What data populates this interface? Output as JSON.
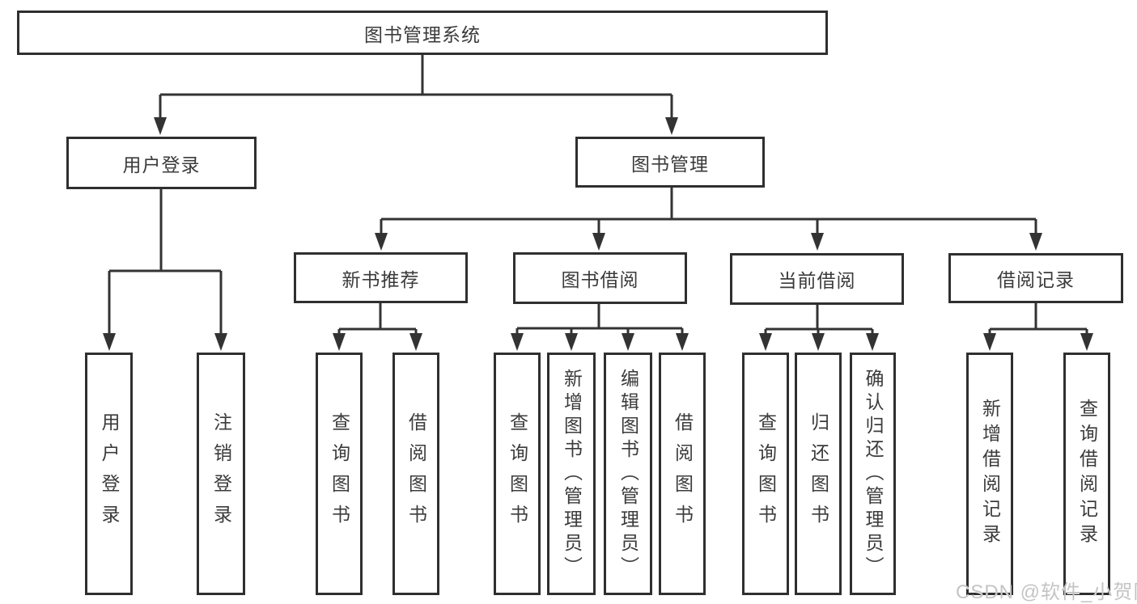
{
  "tree": {
    "label": "图书管理系统",
    "children": [
      {
        "label": "用户登录",
        "children": [
          {
            "label": "用户登录"
          },
          {
            "label": "注销登录"
          }
        ]
      },
      {
        "label": "图书管理",
        "children": [
          {
            "label": "新书推荐",
            "children": [
              {
                "label": "查询图书"
              },
              {
                "label": "借阅图书"
              }
            ]
          },
          {
            "label": "图书借阅",
            "children": [
              {
                "label": "查询图书"
              },
              {
                "label": "新增图书（管理员）"
              },
              {
                "label": "编辑图书（管理员）"
              },
              {
                "label": "借阅图书"
              }
            ]
          },
          {
            "label": "当前借阅",
            "children": [
              {
                "label": "查询图书"
              },
              {
                "label": "归还图书"
              },
              {
                "label": "确认归还（管理员）"
              }
            ]
          },
          {
            "label": "借阅记录",
            "children": [
              {
                "label": "新增借阅记录"
              },
              {
                "label": "查询借阅记录"
              }
            ]
          }
        ]
      }
    ]
  },
  "watermark": {
    "text": "CSDN @软件_小贺同学"
  },
  "colors": {
    "line": "#333333",
    "box_border": "#2f2f2f",
    "text": "#3b3b3b",
    "watermark": "#c4c4c4"
  }
}
